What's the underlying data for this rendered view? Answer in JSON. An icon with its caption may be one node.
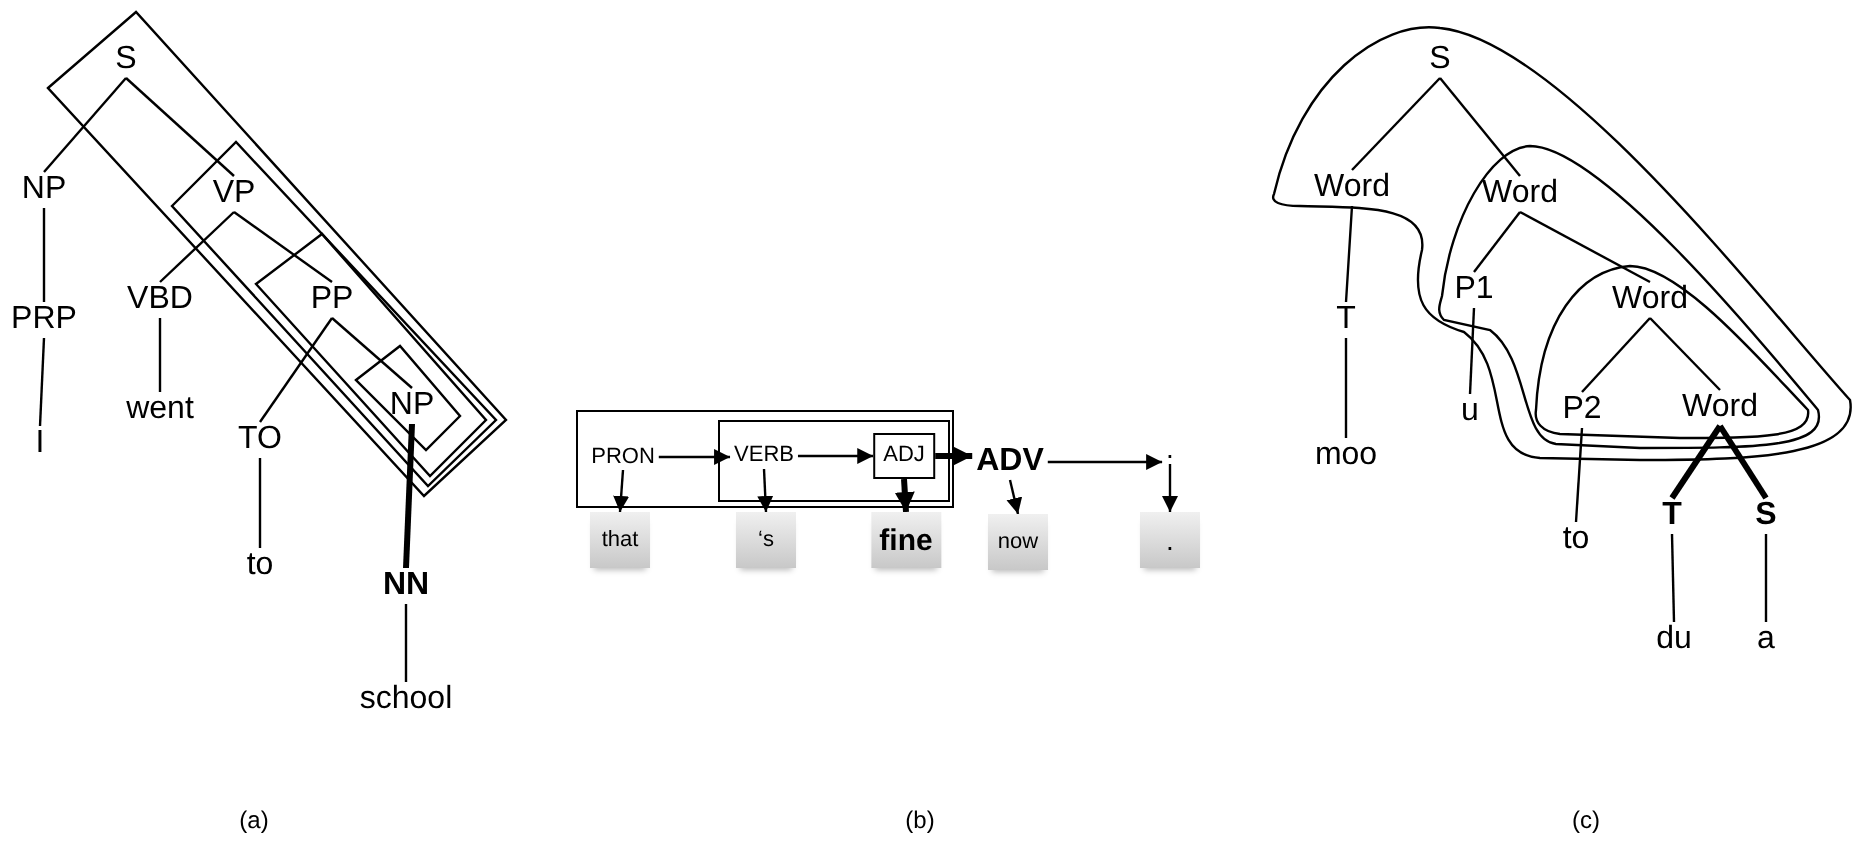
{
  "diagram": {
    "nodes": [
      {
        "text": [
          "S"
        ]
      },
      {
        "text": [
          "NP"
        ]
      },
      {
        "text": [
          "VP"
        ]
      },
      {
        "text": [
          "PRP"
        ]
      },
      {
        "text": [
          "VBD"
        ]
      },
      {
        "text": [
          "PP"
        ]
      },
      {
        "text": [
          "I"
        ]
      },
      {
        "text": [
          "went"
        ]
      },
      {
        "text": [
          "TO"
        ]
      },
      {
        "text": [
          "NP"
        ]
      },
      {
        "text": [
          "to"
        ]
      },
      {
        "text": [
          "NN"
        ]
      },
      {
        "text": [
          "school"
        ]
      },
      {
        "text": [],
        "shape": "box"
      },
      {
        "text": [
          "PRON"
        ],
        "in": 13
      },
      {
        "text": [],
        "shape": "box",
        "in": 13
      },
      {
        "text": [
          "VERB"
        ],
        "in": 15
      },
      {
        "text": [
          "ADJ"
        ],
        "in": 15
      },
      {
        "text": [
          "ADV"
        ]
      },
      {
        "text": [
          "."
        ]
      },
      {
        "text": [
          "that"
        ]
      },
      {
        "text": [
          "‘s"
        ]
      },
      {
        "text": [
          "fine"
        ]
      },
      {
        "text": [
          "now"
        ]
      },
      {
        "text": [
          "."
        ]
      },
      {
        "text": [
          "S"
        ]
      },
      {
        "text": [
          "Word"
        ]
      },
      {
        "text": [
          "Word"
        ]
      },
      {
        "text": [
          "T"
        ]
      },
      {
        "text": [
          "P1"
        ]
      },
      {
        "text": [
          "Word"
        ]
      },
      {
        "text": [
          "u"
        ]
      },
      {
        "text": [
          "moo"
        ]
      },
      {
        "text": [
          "P2"
        ]
      },
      {
        "text": [
          "Word"
        ]
      },
      {
        "text": [
          "to"
        ]
      },
      {
        "text": [
          "T"
        ]
      },
      {
        "text": [
          "S"
        ]
      },
      {
        "text": [
          "du"
        ]
      },
      {
        "text": [
          "a"
        ]
      }
    ],
    "edges": [
      {
        "from": 0,
        "to": 1,
        "arrow": "none"
      },
      {
        "from": 0,
        "to": 2,
        "arrow": "none"
      },
      {
        "from": 1,
        "to": 3,
        "arrow": "none"
      },
      {
        "from": 3,
        "to": 6,
        "arrow": "none"
      },
      {
        "from": 2,
        "to": 4,
        "arrow": "none"
      },
      {
        "from": 2,
        "to": 5,
        "arrow": "none"
      },
      {
        "from": 4,
        "to": 7,
        "arrow": "none"
      },
      {
        "from": 5,
        "to": 8,
        "arrow": "none"
      },
      {
        "from": 5,
        "to": 9,
        "arrow": "none"
      },
      {
        "from": 8,
        "to": 10,
        "arrow": "none"
      },
      {
        "from": 9,
        "to": 11,
        "arrow": "none",
        "style": "thick"
      },
      {
        "from": 11,
        "to": 12,
        "arrow": "none"
      },
      {
        "from": 14,
        "to": 16,
        "arrow": "to"
      },
      {
        "from": 16,
        "to": 17,
        "arrow": "to"
      },
      {
        "from": 17,
        "to": 18,
        "arrow": "to",
        "style": "thick"
      },
      {
        "from": 18,
        "to": 19,
        "arrow": "to"
      },
      {
        "from": 14,
        "to": 20,
        "arrow": "to"
      },
      {
        "from": 16,
        "to": 21,
        "arrow": "to"
      },
      {
        "from": 17,
        "to": 22,
        "arrow": "to",
        "style": "thick"
      },
      {
        "from": 18,
        "to": 23,
        "arrow": "to"
      },
      {
        "from": 19,
        "to": 24,
        "arrow": "to"
      },
      {
        "from": 25,
        "to": 26,
        "arrow": "none"
      },
      {
        "from": 25,
        "to": 27,
        "arrow": "none"
      },
      {
        "from": 26,
        "to": 28,
        "arrow": "none"
      },
      {
        "from": 28,
        "to": 32,
        "arrow": "none"
      },
      {
        "from": 27,
        "to": 29,
        "arrow": "none"
      },
      {
        "from": 27,
        "to": 30,
        "arrow": "none"
      },
      {
        "from": 29,
        "to": 31,
        "arrow": "none"
      },
      {
        "from": 30,
        "to": 33,
        "arrow": "none"
      },
      {
        "from": 30,
        "to": 34,
        "arrow": "none"
      },
      {
        "from": 33,
        "to": 35,
        "arrow": "none"
      },
      {
        "from": 34,
        "to": 36,
        "arrow": "none",
        "style": "thick"
      },
      {
        "from": 34,
        "to": 37,
        "arrow": "none",
        "style": "thick"
      },
      {
        "from": 36,
        "to": 38,
        "arrow": "none"
      },
      {
        "from": 37,
        "to": 39,
        "arrow": "none"
      }
    ],
    "labels": [
      "(a)",
      "(b)",
      "(c)"
    ]
  }
}
